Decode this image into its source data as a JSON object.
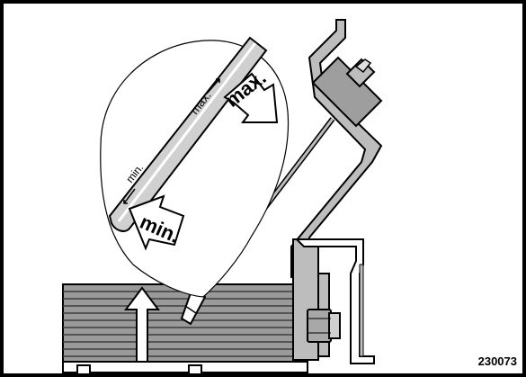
{
  "diagram": {
    "labels": {
      "max_callout": "max.",
      "min_callout": "min.",
      "max_engraved": "max.",
      "min_engraved": "min."
    },
    "figure_id": "230073"
  }
}
